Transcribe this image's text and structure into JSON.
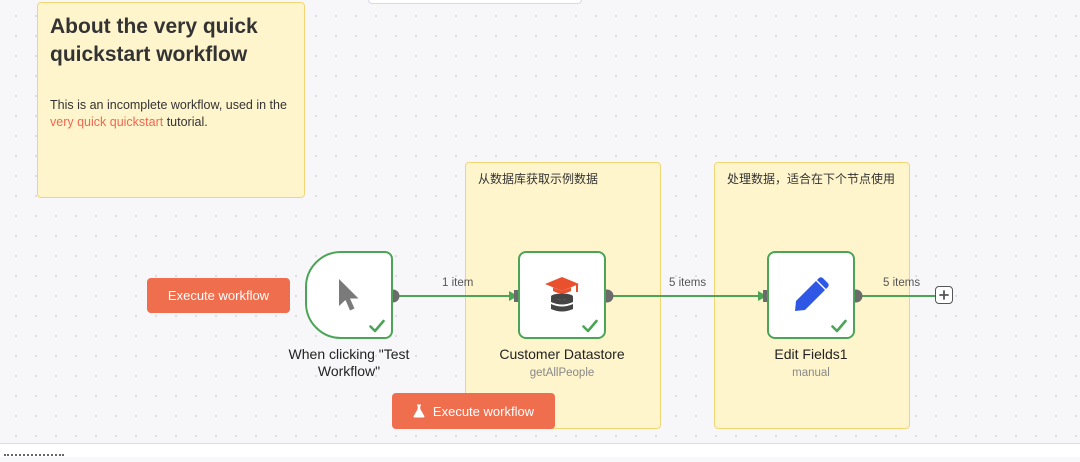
{
  "sticky_main": {
    "title": "About the very quick quickstart workflow",
    "text_before": "This is an incomplete workflow, used in the ",
    "link": "very quick quickstart",
    "text_after": " tutorial."
  },
  "sticky_datastore": {
    "text": "从数据库获取示例数据"
  },
  "sticky_edit": {
    "text": "处理数据，适合在下个节点使用"
  },
  "buttons": {
    "execute_left": "Execute workflow",
    "execute_bottom": "Execute workflow"
  },
  "nodes": {
    "trigger": {
      "label": "When clicking \"Test Workflow\"",
      "icon": "cursor-icon"
    },
    "datastore": {
      "label": "Customer Datastore",
      "subtitle": "getAllPeople",
      "icon": "database-icon"
    },
    "edit": {
      "label": "Edit Fields1",
      "subtitle": "manual",
      "icon": "pencil-icon"
    }
  },
  "edges": {
    "trigger_to_datastore": "1 item",
    "datastore_to_edit": "5 items",
    "edit_to_next": "5 items"
  },
  "colors": {
    "success": "#4ca556",
    "accent": "#ef6e4e",
    "sticky": "#fff5cc"
  }
}
